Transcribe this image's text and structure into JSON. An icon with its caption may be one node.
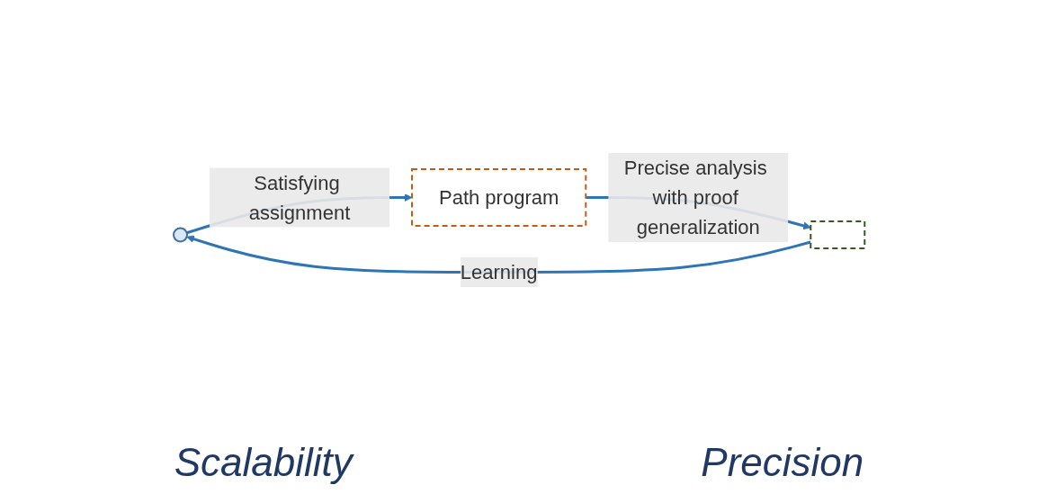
{
  "diagram": {
    "nodes": [
      {
        "text": [],
        "shape": "ellipse"
      },
      {
        "text": [
          "Path program"
        ]
      },
      {
        "text": [],
        "shape": "box"
      }
    ],
    "edges": [
      {
        "from": 0,
        "to": 1,
        "arrow": "to",
        "label": "Satisfying assignment"
      },
      {
        "from": 1,
        "to": 2,
        "arrow": "to",
        "label": "Precise analysis with proof generalization"
      },
      {
        "from": 2,
        "to": 0,
        "arrow": "to",
        "label": "Learning"
      }
    ],
    "labels": [
      "Scalability",
      "Precision"
    ]
  }
}
